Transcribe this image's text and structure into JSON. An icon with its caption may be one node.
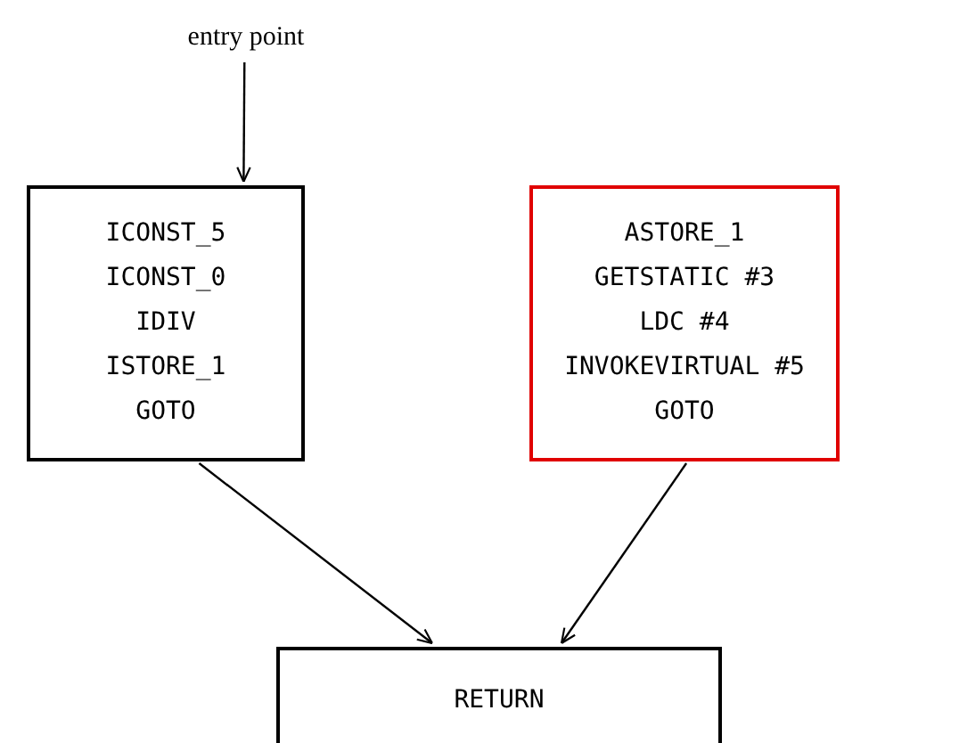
{
  "diagram": {
    "nodes": [
      {
        "text": [
          "entry point"
        ]
      },
      {
        "text": [
          "ICONST_5",
          "ICONST_0",
          "IDIV",
          "ISTORE_1",
          "GOTO"
        ]
      },
      {
        "text": [
          "ASTORE_1",
          "GETSTATIC #3",
          "LDC #4",
          "INVOKEVIRTUAL #5",
          "GOTO"
        ]
      },
      {
        "text": [
          "RETURN"
        ]
      }
    ],
    "edges": [
      {
        "from": 0,
        "to": 1,
        "arrow": "to"
      },
      {
        "from": 1,
        "to": 3,
        "arrow": "to"
      },
      {
        "from": 2,
        "to": 3,
        "arrow": "to"
      }
    ]
  }
}
